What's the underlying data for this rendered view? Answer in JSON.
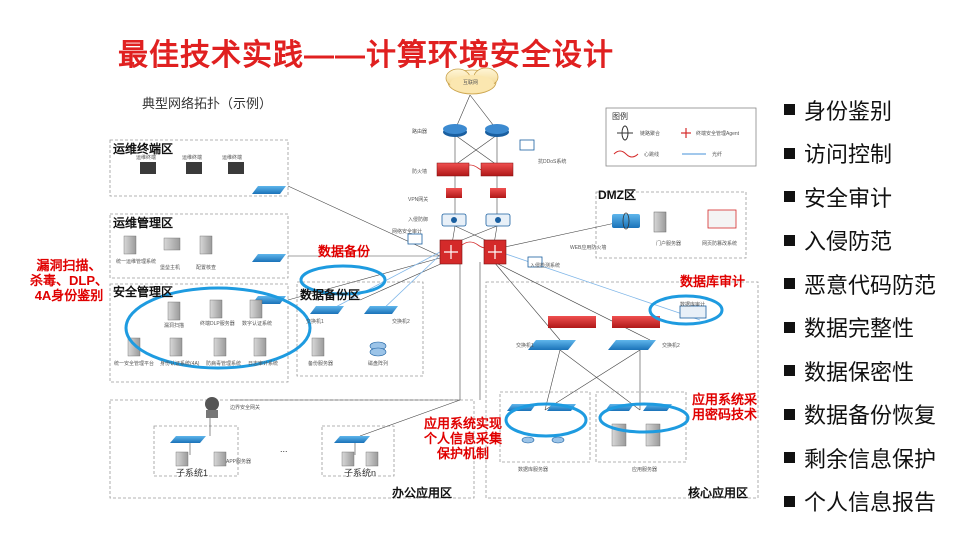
{
  "slide": {
    "title": "最佳技术实践——计算环境安全设计",
    "subtitle": "典型网络拓扑（示例）"
  },
  "colors": {
    "title": "#e02020",
    "annotation": "#e00000",
    "ellipse": "#1e9be0",
    "router": "#1a5fa0",
    "firewall": "#d42a2a",
    "switch": "#1e88c8"
  },
  "bullets": [
    "身份鉴别",
    "访问控制",
    "安全审计",
    "入侵防范",
    "恶意代码防范",
    "数据完整性",
    "数据保密性",
    "数据备份恢复",
    "剩余信息保护",
    "个人信息报告"
  ],
  "zones": {
    "ops_terminal": "运维终端区",
    "ops_mgmt": "运维管理区",
    "security_mgmt": "安全管理区",
    "backup": "数据备份区",
    "dmz": "DMZ区",
    "office_app": "办公应用区",
    "core_app": "核心应用区"
  },
  "annotations": {
    "left_note": [
      "漏洞扫描、",
      "杀毒、DLP、",
      "4A身份鉴别"
    ],
    "data_backup": "数据备份",
    "db_audit": "数据库审计",
    "app_crypto": [
      "应用系统采",
      "用密码技术"
    ],
    "app_personal": [
      "应用系统实现",
      "个人信息采集",
      "保护机制"
    ]
  },
  "legend": {
    "title": "图例",
    "items": [
      "链路聚合",
      "终端安全管理Agent",
      "心跳线",
      "光纤"
    ]
  },
  "device_labels": {
    "internet": "互联网",
    "router": "路由器",
    "firewall": "防火墙",
    "vpn": "VPN网关",
    "ips": "入侵防御",
    "ddos": "抗DDoS系统",
    "net_audit": "网络安全审计",
    "ids": "入侵检测系统",
    "waf": "WEB应用防火墙",
    "portal": "门户服务器",
    "web_tamper": "网页防篡改系统",
    "ops_term_1": "运维终端",
    "ops_term_2": "运维终端",
    "ops_term_3": "运维终端",
    "unified_ops": "统一运维管理系统",
    "bastion": "堡垒主机",
    "config_check": "配置核查",
    "vuln_scan": "漏洞扫描",
    "dlp_server": "终端DLP服务器",
    "cert_audit": "数字认证系统",
    "sec_mgmt_platform": "统一安全管理平台",
    "identity_4a": "身份认证系统(4A)",
    "av_mgmt": "防病毒管理系统",
    "log_audit": "日志审计系统",
    "backup_sw1": "交换机1",
    "backup_sw2": "交换机2",
    "backup_server": "备份服务器",
    "storage_array": "磁盘阵列",
    "db_audit_dev": "数据库审计",
    "core_sw1": "交换机1",
    "core_sw2": "交换机2",
    "office_gw": "边界安全网关",
    "subsystem_1": "子系统1",
    "subsystem_n": "子系统n",
    "office_host": "APP服务器",
    "db_server": "数据库服务器",
    "app_server": "应用服务器",
    "ellipsis": "..."
  }
}
